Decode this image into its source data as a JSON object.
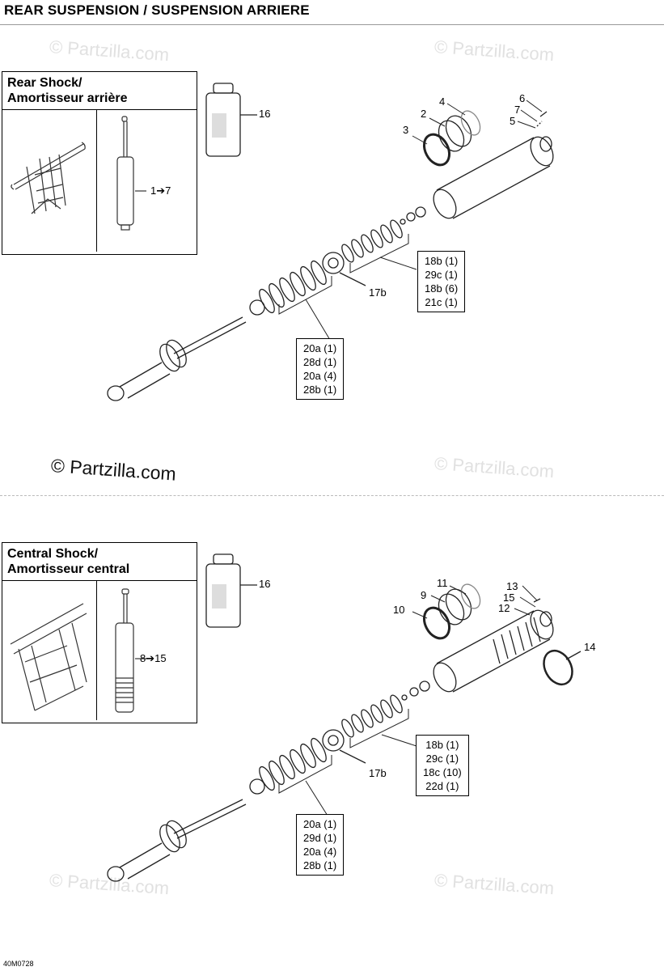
{
  "page_title": "REAR SUSPENSION / SUSPENSION ARRIERE",
  "watermark": "© Partzilla.com",
  "drawing_code": "40M0728",
  "sections": [
    {
      "callout_title_line1": "Rear Shock/",
      "callout_title_line2": "Amortisseur arrière",
      "callout_ref": "1➔7",
      "part_numbers": [
        "2",
        "3",
        "4",
        "5",
        "6",
        "7",
        "16",
        "17b"
      ],
      "list_a": [
        "18b (1)",
        "29c (1)",
        "18b (6)",
        "21c (1)"
      ],
      "list_b": [
        "20a (1)",
        "28d (1)",
        "20a (4)",
        "28b (1)"
      ]
    },
    {
      "callout_title_line1": "Central Shock/",
      "callout_title_line2": "Amortisseur central",
      "callout_ref": "8➔15",
      "part_numbers": [
        "9",
        "10",
        "11",
        "12",
        "13",
        "14",
        "15",
        "16",
        "17b"
      ],
      "list_a": [
        "18b (1)",
        "29c (1)",
        "18c (10)",
        "22d (1)"
      ],
      "list_b": [
        "20a (1)",
        "29d (1)",
        "20a (4)",
        "28b (1)"
      ]
    }
  ]
}
